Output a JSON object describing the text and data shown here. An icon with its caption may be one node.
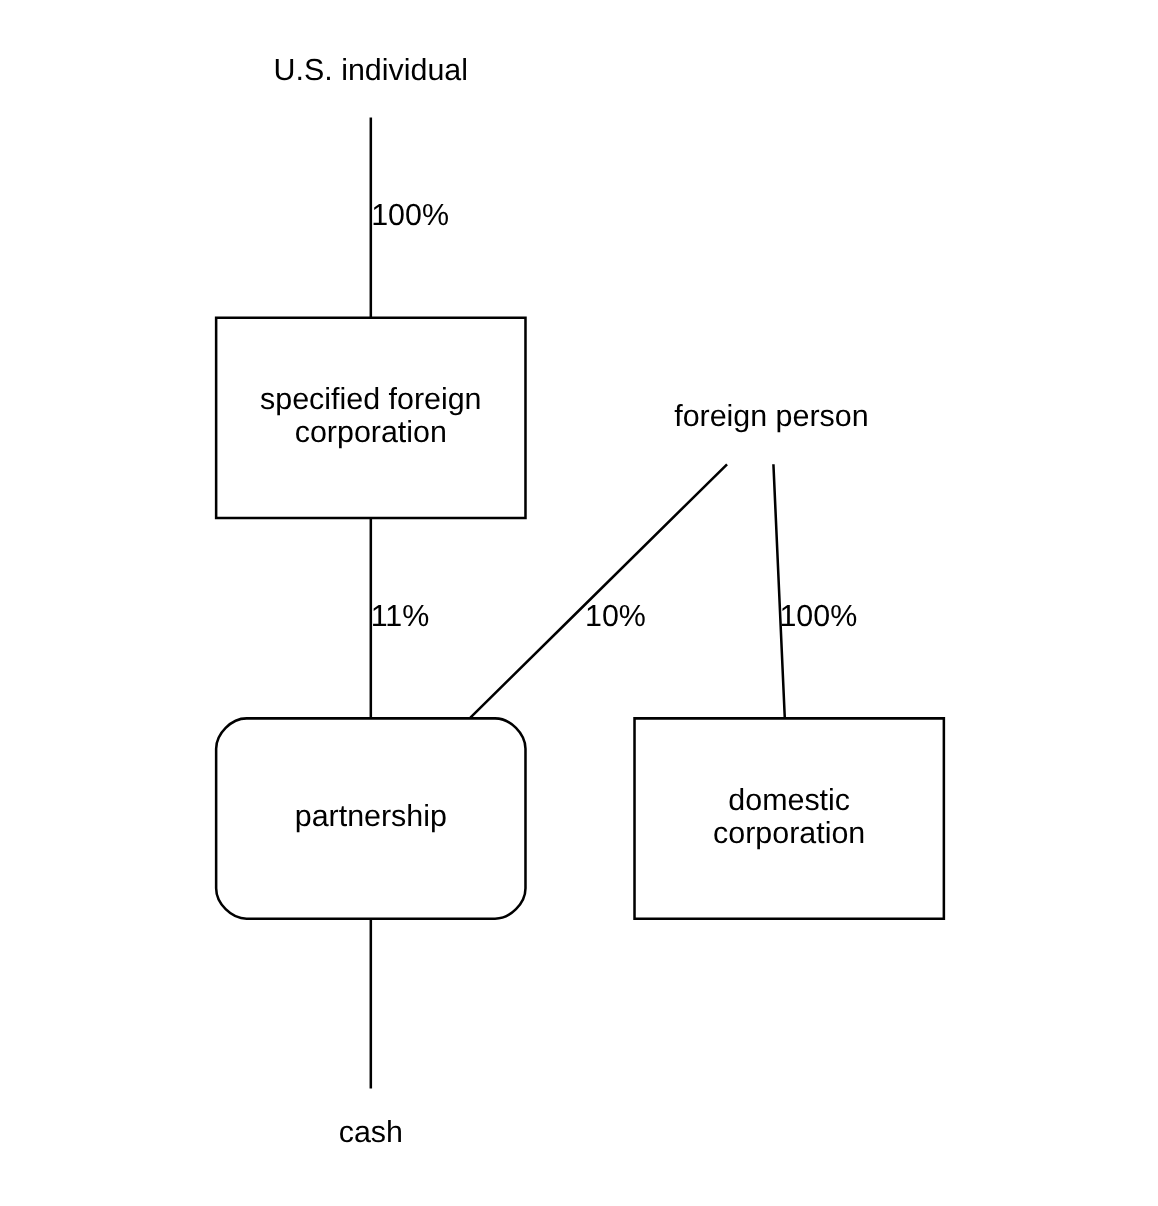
{
  "diagram": {
    "nodes": [
      {
        "text": [
          "U.S. individual"
        ]
      },
      {
        "text": [
          "specified foreign corporation"
        ]
      },
      {
        "text": [
          "foreign person"
        ]
      },
      {
        "text": [
          "domestic corporation"
        ]
      },
      {
        "text": [
          "partnership"
        ]
      },
      {
        "text": [
          "cash"
        ]
      }
    ],
    "edges": [
      {
        "from": 0,
        "to": 1,
        "arrow": "none",
        "label": "100%"
      },
      {
        "from": 2,
        "to": 3,
        "arrow": "none",
        "label": "100%"
      },
      {
        "from": 2,
        "to": 4,
        "arrow": "none",
        "label": "10%"
      },
      {
        "from": 1,
        "to": 4,
        "arrow": "none",
        "label": "11%"
      },
      {
        "from": 4,
        "to": 5,
        "arrow": "none"
      }
    ]
  }
}
